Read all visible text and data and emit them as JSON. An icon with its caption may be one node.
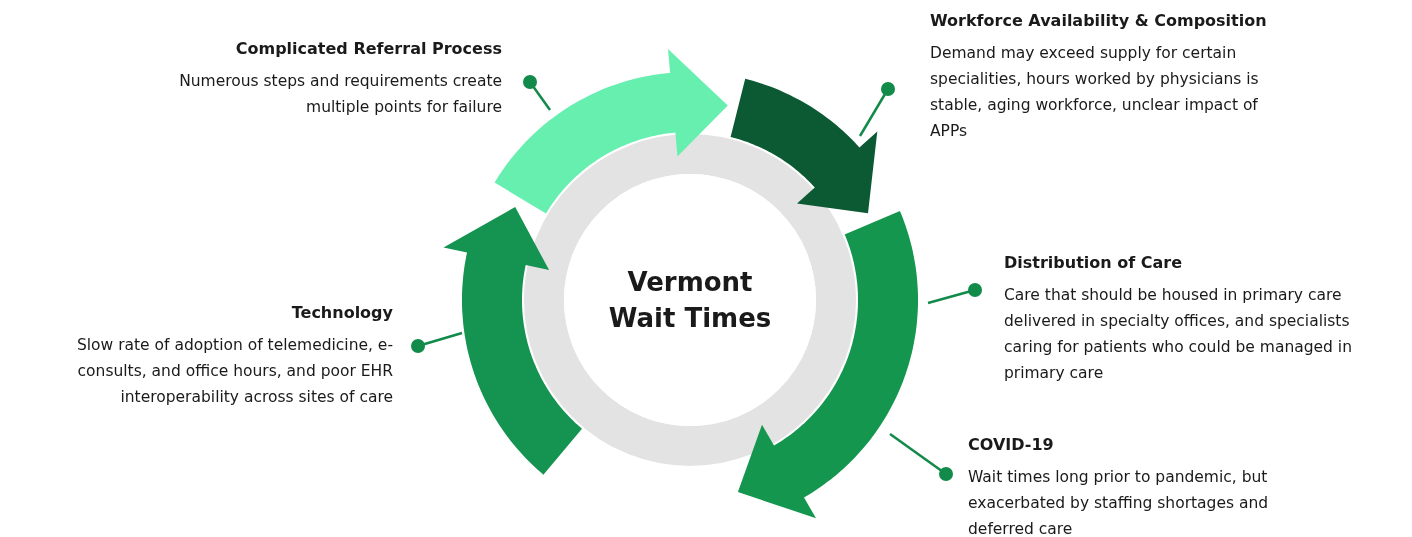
{
  "diagram": {
    "nodes": [
      {
        "text": [
          "Complicated Referral Process",
          "Numerous steps and requirements create multiple points for failure"
        ]
      },
      {
        "text": [
          "Workforce Availability & Composition",
          "Demand may exceed supply for certain specialities, hours worked by physicians is stable, aging workforce, unclear impact of APPs"
        ]
      },
      {
        "text": [
          "Distribution of Care",
          "Care that should be housed in primary care delivered in specialty offices, and specialists caring for patients who could be managed in primary care"
        ]
      },
      {
        "text": [
          "Technology",
          "Slow rate of adoption of telemedicine, e-consults, and office hours, and poor EHR interoperability across sites of care"
        ]
      },
      {
        "text": [
          "Vermont Wait Times"
        ]
      },
      {
        "text": [
          "COVID-19",
          "Wait times long prior to pandemic, but exacerbated by staffing shortages and deferred care"
        ]
      },
      {
        "text": [],
        "shape": "arrow"
      },
      {
        "text": [],
        "shape": "arrow"
      },
      {
        "text": [],
        "shape": "arrow"
      },
      {
        "text": [],
        "shape": "arrow"
      }
    ],
    "edges": [
      {
        "from": 0,
        "to": 7,
        "arrow": "other"
      },
      {
        "from": 1,
        "to": 8,
        "arrow": "other"
      },
      {
        "from": 2,
        "to": 9,
        "arrow": "other"
      },
      {
        "from": 3,
        "to": 6,
        "arrow": "other"
      },
      {
        "from": 5,
        "to": 9,
        "arrow": "other"
      }
    ]
  }
}
